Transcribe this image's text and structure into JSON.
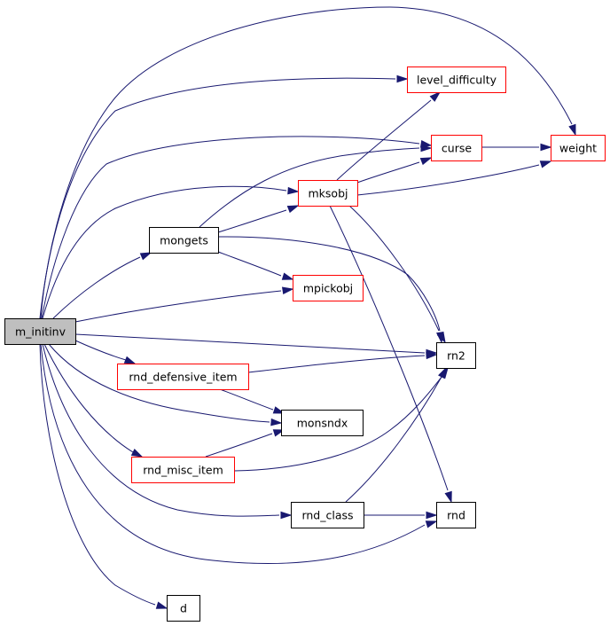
{
  "graph": {
    "colors": {
      "edge": "#191970",
      "root_fill": "#bfbfbf",
      "root_border": "#000000",
      "plain_border": "#000000",
      "truncated_border": "#ff0000",
      "node_fill": "#ffffff"
    },
    "nodes": [
      {
        "id": "m_initinv",
        "label": "m_initinv",
        "style": "root"
      },
      {
        "id": "level_difficulty",
        "label": "level_difficulty",
        "style": "truncated"
      },
      {
        "id": "curse",
        "label": "curse",
        "style": "truncated"
      },
      {
        "id": "weight",
        "label": "weight",
        "style": "truncated"
      },
      {
        "id": "mksobj",
        "label": "mksobj",
        "style": "truncated"
      },
      {
        "id": "mongets",
        "label": "mongets",
        "style": "plain"
      },
      {
        "id": "mpickobj",
        "label": "mpickobj",
        "style": "truncated"
      },
      {
        "id": "rn2",
        "label": "rn2",
        "style": "plain"
      },
      {
        "id": "rnd_defensive_item",
        "label": "rnd_defensive_item",
        "style": "truncated"
      },
      {
        "id": "monsndx",
        "label": "monsndx",
        "style": "plain"
      },
      {
        "id": "rnd_misc_item",
        "label": "rnd_misc_item",
        "style": "truncated"
      },
      {
        "id": "rnd_class",
        "label": "rnd_class",
        "style": "plain"
      },
      {
        "id": "rnd",
        "label": "rnd",
        "style": "plain"
      },
      {
        "id": "d",
        "label": "d",
        "style": "plain"
      }
    ],
    "edges": [
      {
        "from": "m_initinv",
        "to": "weight"
      },
      {
        "from": "m_initinv",
        "to": "level_difficulty"
      },
      {
        "from": "m_initinv",
        "to": "curse"
      },
      {
        "from": "m_initinv",
        "to": "mksobj"
      },
      {
        "from": "m_initinv",
        "to": "mongets"
      },
      {
        "from": "m_initinv",
        "to": "mpickobj"
      },
      {
        "from": "m_initinv",
        "to": "rn2"
      },
      {
        "from": "m_initinv",
        "to": "rnd_defensive_item"
      },
      {
        "from": "m_initinv",
        "to": "monsndx"
      },
      {
        "from": "m_initinv",
        "to": "rnd_misc_item"
      },
      {
        "from": "m_initinv",
        "to": "rnd_class"
      },
      {
        "from": "m_initinv",
        "to": "rnd"
      },
      {
        "from": "m_initinv",
        "to": "d"
      },
      {
        "from": "mongets",
        "to": "curse"
      },
      {
        "from": "mongets",
        "to": "mksobj"
      },
      {
        "from": "mongets",
        "to": "mpickobj"
      },
      {
        "from": "mongets",
        "to": "rn2"
      },
      {
        "from": "mksobj",
        "to": "level_difficulty"
      },
      {
        "from": "mksobj",
        "to": "curse"
      },
      {
        "from": "mksobj",
        "to": "weight"
      },
      {
        "from": "mksobj",
        "to": "rn2"
      },
      {
        "from": "mksobj",
        "to": "rnd"
      },
      {
        "from": "curse",
        "to": "weight"
      },
      {
        "from": "rnd_defensive_item",
        "to": "rn2"
      },
      {
        "from": "rnd_defensive_item",
        "to": "monsndx"
      },
      {
        "from": "rnd_misc_item",
        "to": "monsndx"
      },
      {
        "from": "rnd_misc_item",
        "to": "rn2"
      },
      {
        "from": "rnd_class",
        "to": "rn2"
      },
      {
        "from": "rnd_class",
        "to": "rnd"
      }
    ]
  }
}
